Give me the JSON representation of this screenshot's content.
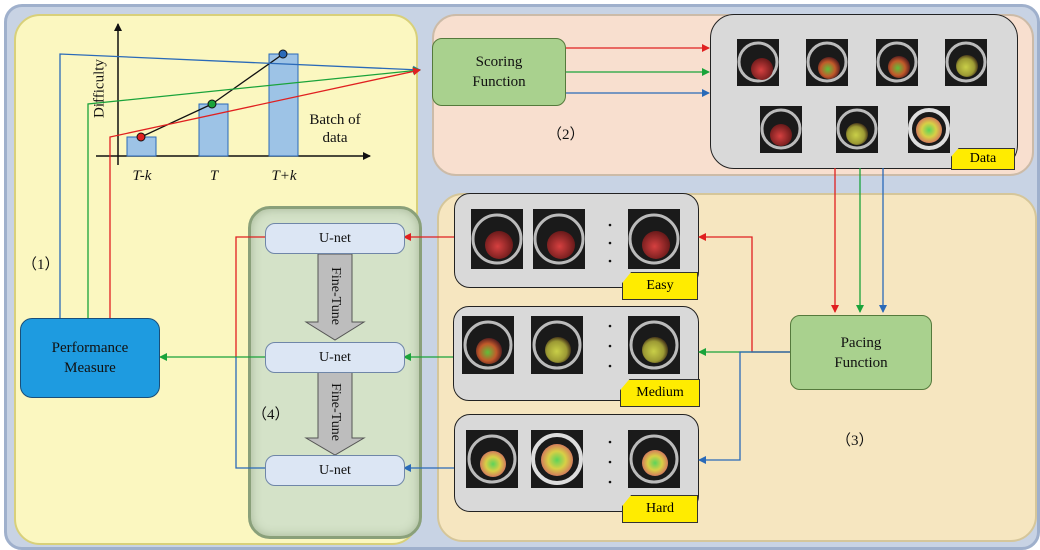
{
  "panels": {
    "p1": "（1）",
    "p2": "（2）",
    "p3": "（3）",
    "p4": "（4）"
  },
  "mini_chart": {
    "ylabel": "Difficulty",
    "xlabel_line1": "Batch of",
    "xlabel_line2": "data",
    "ticks": [
      "T-k",
      "T",
      "T+k"
    ]
  },
  "boxes": {
    "scoring": "Scoring Function",
    "pacing": "Pacing Function",
    "performance": "Performance Measure",
    "unet1": "U-net",
    "unet2": "U-net",
    "unet3": "U-net",
    "finetune1": "Fine-Tune",
    "finetune2": "Fine-Tune"
  },
  "tags": {
    "data": "Data",
    "easy": "Easy",
    "medium": "Medium",
    "hard": "Hard"
  },
  "colors": {
    "red": "#e02020",
    "green": "#1aa33a",
    "blue": "#2a6ab8",
    "yellow_bg": "#fbf7c0",
    "peach_bg": "#f8dfcf",
    "tan_bg": "#f6e6c0",
    "steel_bg": "#c8d3e4",
    "green_box": "#a9d18e",
    "perf_box": "#1e9be0"
  }
}
